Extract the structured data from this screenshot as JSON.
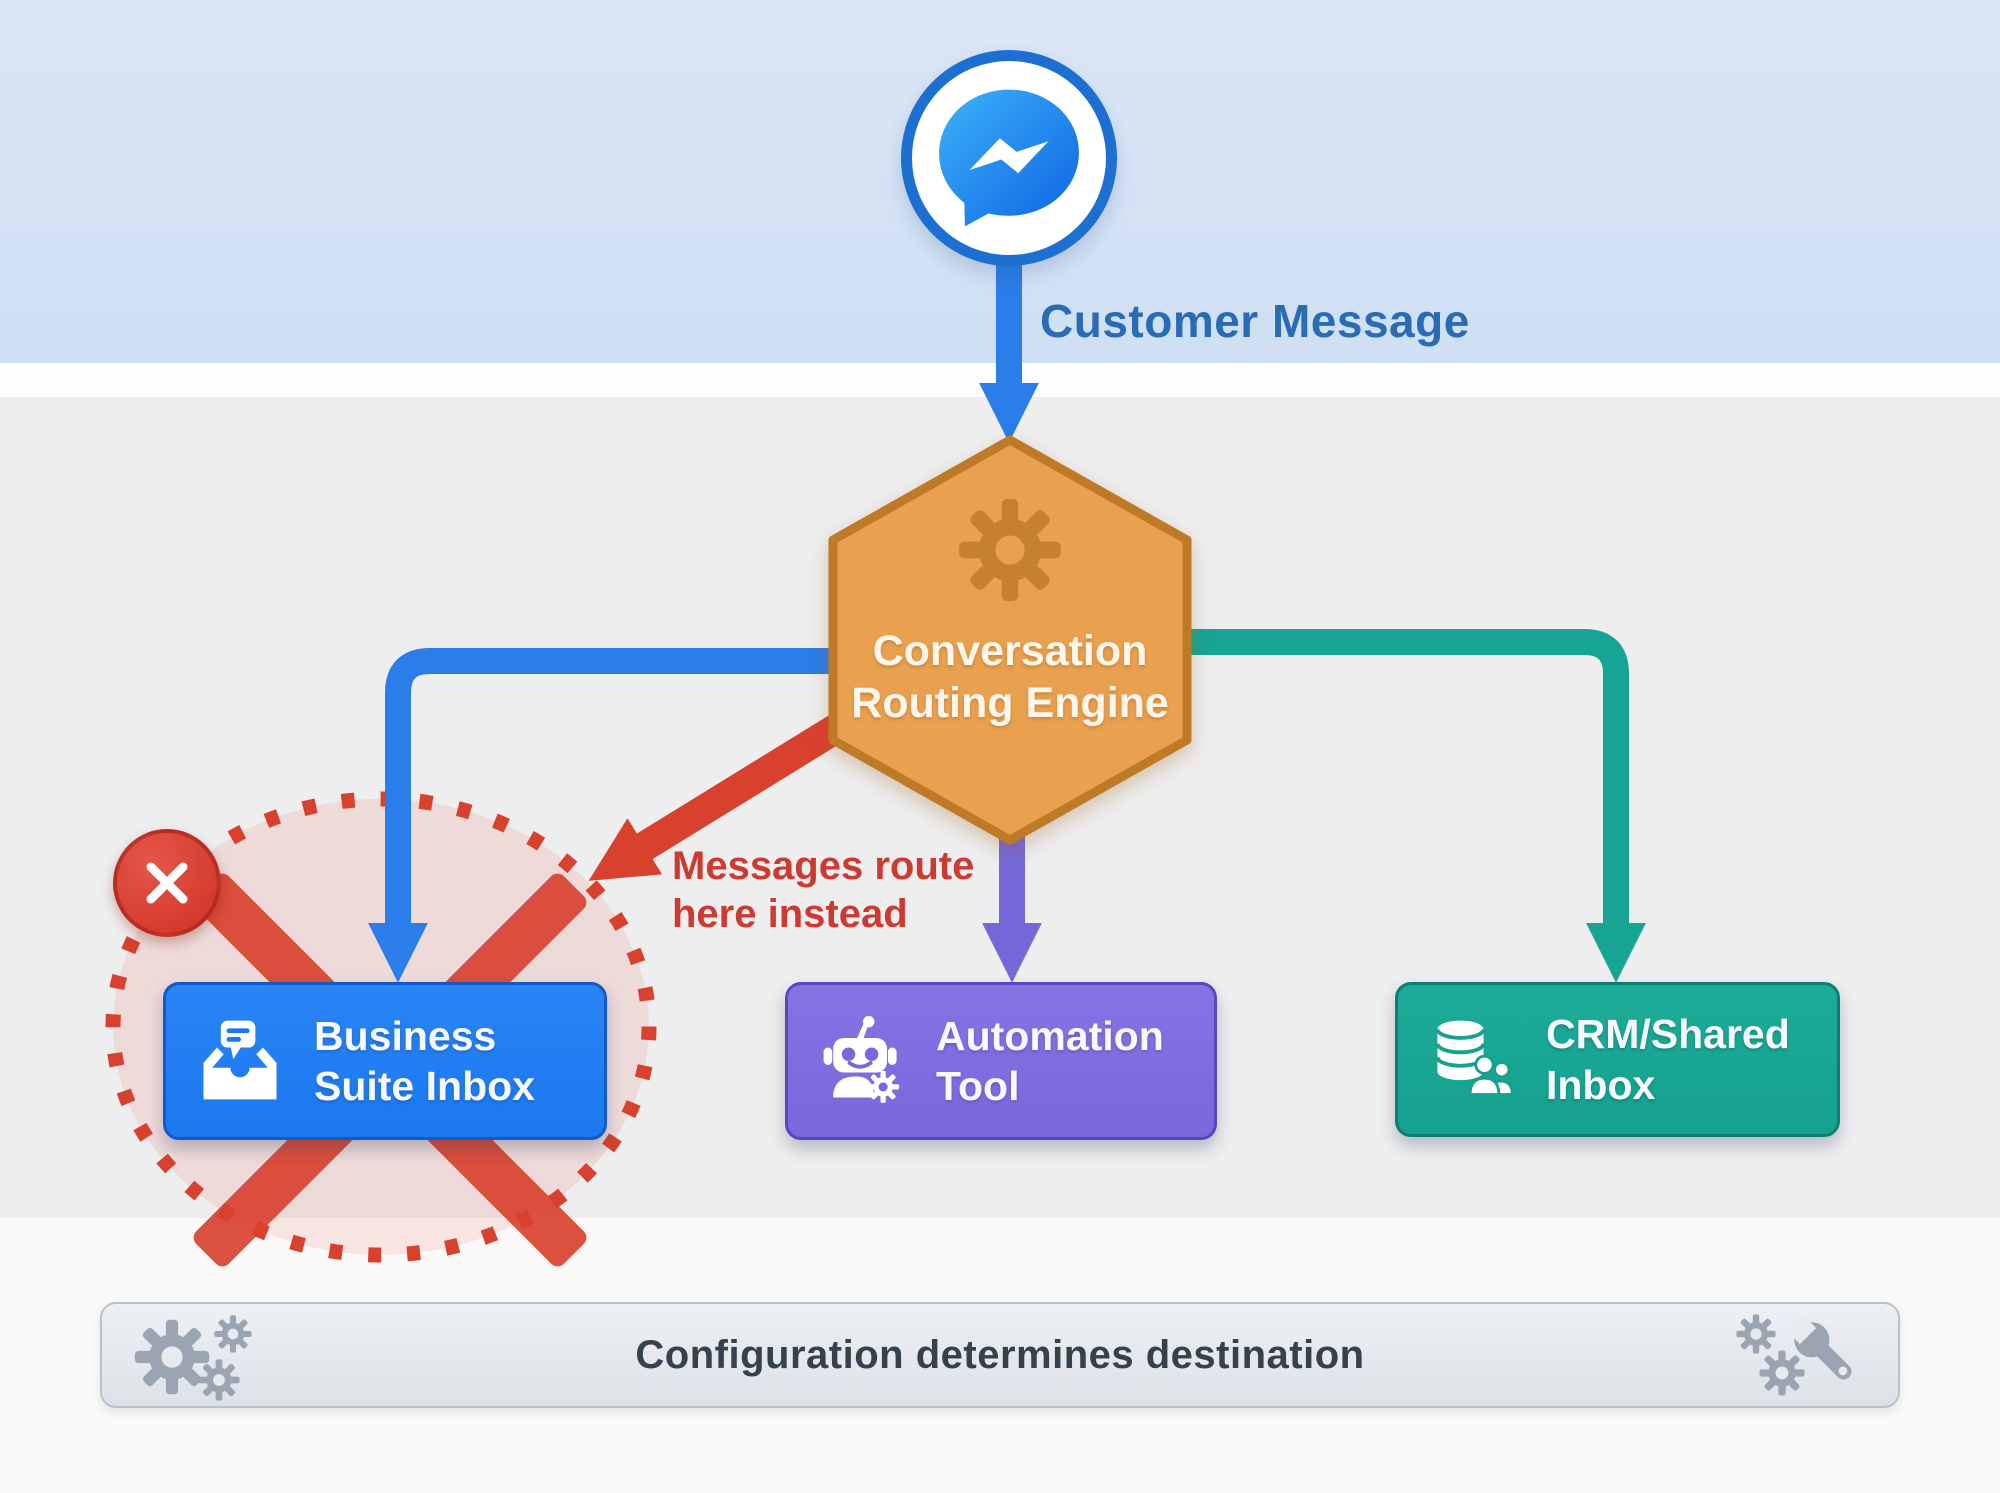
{
  "header": {
    "source_label": "Customer Message"
  },
  "router": {
    "label": "Conversation Routing Engine",
    "icon": "gear-icon"
  },
  "annotation": {
    "text": "Messages route here instead"
  },
  "destinations": [
    {
      "id": "business-suite-inbox",
      "label": "Business Suite Inbox",
      "icon": "inbox-chat-icon",
      "color": "#1b78f0",
      "blocked": true
    },
    {
      "id": "automation-tool",
      "label": "Automation Tool",
      "icon": "robot-gear-icon",
      "color": "#7a67dc",
      "blocked": false
    },
    {
      "id": "crm-shared-inbox",
      "label": "CRM/Shared Inbox",
      "icon": "database-users-icon",
      "color": "#16a08f",
      "blocked": false
    }
  ],
  "footer": {
    "text": "Configuration determines destination",
    "icons": [
      "gears-icon",
      "gear-wrench-icon"
    ]
  },
  "source_icon": "messenger-icon",
  "blocked_marker_icon": "x-circle-icon",
  "colors": {
    "band-top": "#dbe6f5",
    "band-white": "#fdfdfe",
    "band-main": "#eeeeef",
    "band-bottom": "#fbfaf9",
    "blue": "#1b78f0",
    "blue-dark": "#0e5bc9",
    "arrow-blue": "#2b7de9",
    "orange": "#e9a04f",
    "orange-dark": "#bf7a28",
    "gear-orange": "#c6812e",
    "purple": "#7a67dc",
    "purple-dark": "#5847c0",
    "arrow-purple": "#7668d8",
    "teal": "#16a08f",
    "teal-dark": "#0c7f70",
    "arrow-teal": "#17a495",
    "red": "#d9412f",
    "red-text": "#cc3a31",
    "label-blue": "#2a6bb5",
    "bar-border": "#b7c1cb",
    "bar-text": "#36414e",
    "bar-icon": "#9aa5b1"
  }
}
